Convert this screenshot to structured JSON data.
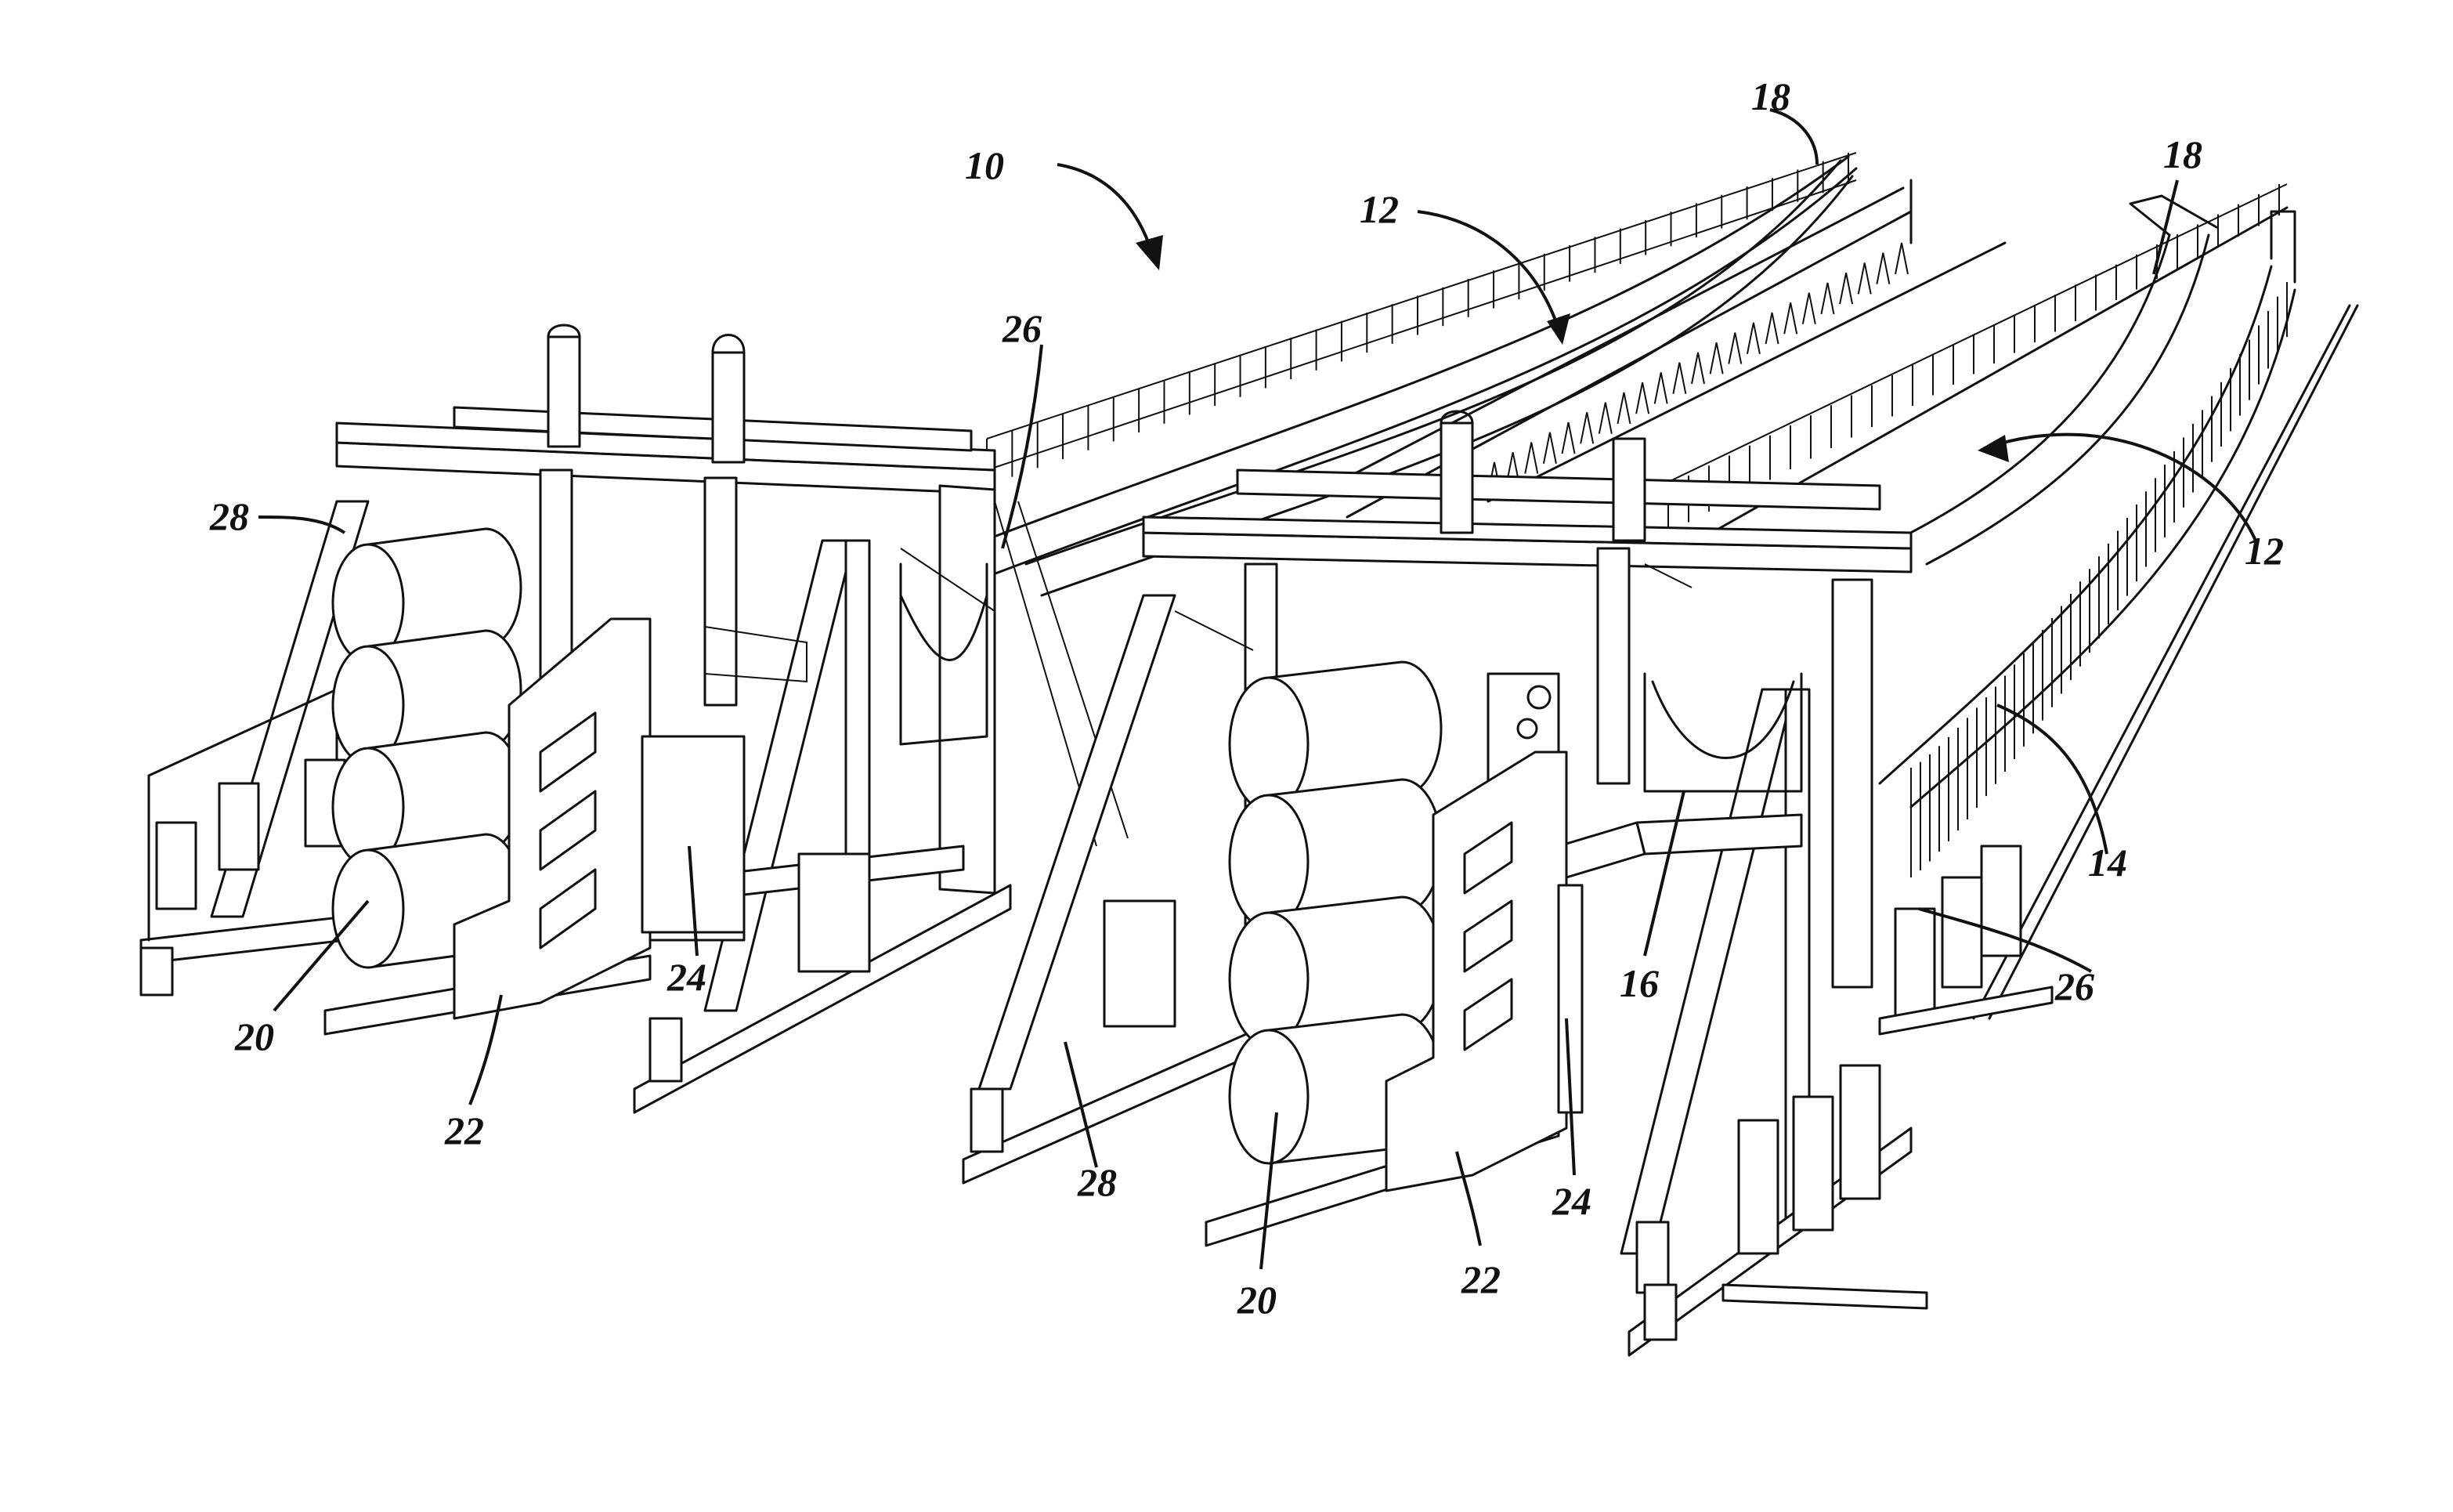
{
  "figure": {
    "background": "#ffffff",
    "ink": "#111111"
  },
  "labels": [
    {
      "id": "ref-10",
      "text": "10"
    },
    {
      "id": "ref-12-a",
      "text": "12"
    },
    {
      "id": "ref-12-b",
      "text": "12"
    },
    {
      "id": "ref-14",
      "text": "14"
    },
    {
      "id": "ref-16",
      "text": "16"
    },
    {
      "id": "ref-18-a",
      "text": "18"
    },
    {
      "id": "ref-18-b",
      "text": "18"
    },
    {
      "id": "ref-20-a",
      "text": "20"
    },
    {
      "id": "ref-20-b",
      "text": "20"
    },
    {
      "id": "ref-22-a",
      "text": "22"
    },
    {
      "id": "ref-22-b",
      "text": "22"
    },
    {
      "id": "ref-24-a",
      "text": "24"
    },
    {
      "id": "ref-24-b",
      "text": "24"
    },
    {
      "id": "ref-26-a",
      "text": "26"
    },
    {
      "id": "ref-26-b",
      "text": "26"
    },
    {
      "id": "ref-28-a",
      "text": "28"
    },
    {
      "id": "ref-28-b",
      "text": "28"
    }
  ]
}
